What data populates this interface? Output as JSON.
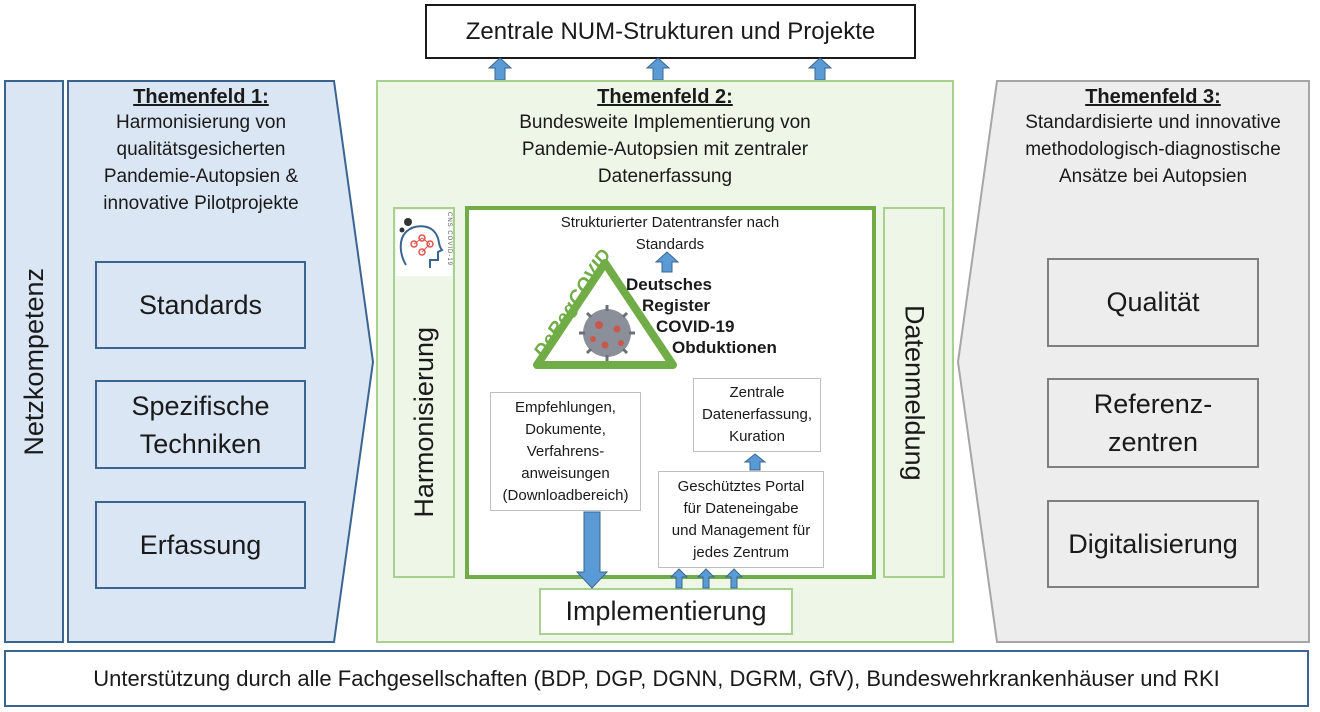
{
  "top": {
    "title": "Zentrale NUM-Strukturen und Projekte"
  },
  "left": {
    "side_label": "Netzkompetenz",
    "heading": "Themenfeld 1:",
    "lines": [
      "Harmonisierung von",
      "qualitätsgesicherten",
      "Pandemie-Autopsien &",
      "innovative Pilotprojekte"
    ],
    "boxes": [
      {
        "lines": [
          "Standards"
        ]
      },
      {
        "lines": [
          "Spezifische",
          "Techniken"
        ]
      },
      {
        "lines": [
          "Erfassung"
        ]
      }
    ]
  },
  "middle": {
    "heading": "Themenfeld 2:",
    "lines": [
      "Bundesweite Implementierung von",
      "Pandemie-Autopsien mit zentraler",
      "Datenerfassung"
    ],
    "left_vertical": "Harmonisierung",
    "right_vertical": "Datenmeldung",
    "bottom_label": "Implementierung",
    "center": {
      "transfer_lines": [
        "Strukturierter Datentransfer nach",
        "Standards"
      ],
      "logo_text": "DeRegCOVID",
      "logo_sidebar_text": "CNS COVID-19",
      "register_lines": [
        "Deutsches",
        "Register",
        "COVID-19",
        "Obduktionen"
      ],
      "empfehlungen_lines": [
        "Empfehlungen,",
        "Dokumente,",
        "Verfahrens-",
        "anweisungen",
        "(Downloadbereich)"
      ],
      "zentrale_lines": [
        "Zentrale",
        "Datenerfassung,",
        "Kuration"
      ],
      "portal_lines": [
        "Geschütztes Portal",
        "für Dateneingabe",
        "und Management für",
        "jedes Zentrum"
      ]
    }
  },
  "right": {
    "heading": "Themenfeld 3:",
    "lines": [
      "Standardisierte und innovative",
      "methodologisch-diagnostische",
      "Ansätze bei Autopsien"
    ],
    "boxes": [
      {
        "lines": [
          "Qualität"
        ]
      },
      {
        "lines": [
          "Referenz-",
          "zentren"
        ]
      },
      {
        "lines": [
          "Digitalisierung"
        ]
      }
    ]
  },
  "bottom": {
    "text": "Unterstützung durch alle Fachgesellschaften (BDP, DGP, DGNN, DGRM, GfV), Bundeswehrkrankenhäuser und RKI"
  },
  "colors": {
    "blue_border": "#3b6591",
    "blue_fill": "#dae6f3",
    "green_border": "#70ad47",
    "green_light": "#a9d08e",
    "arrow_blue": "#5b9bd5",
    "gray_border": "#a6a6a6",
    "gray_fill": "#ededed"
  }
}
